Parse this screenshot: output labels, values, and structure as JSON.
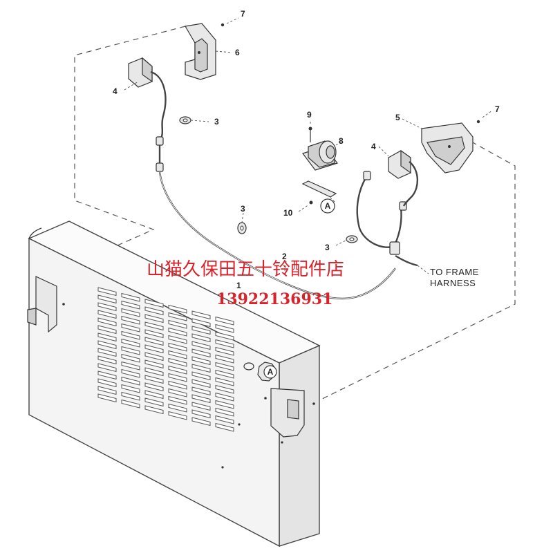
{
  "callouts": {
    "c7_top": "7",
    "c6": "6",
    "c4_left": "4",
    "c3_top": "3",
    "c9": "9",
    "c8": "8",
    "c5": "5",
    "c7_right": "7",
    "c4_right": "4",
    "c10": "10",
    "c3_mid": "3",
    "c3_right": "3",
    "c2": "2",
    "c1": "1",
    "ref_a_bracket": "A",
    "ref_a_panel": "A"
  },
  "labels": {
    "to_frame_line1": "TO FRAME",
    "to_frame_line2": "HARNESS"
  },
  "watermark": {
    "shop_name": "山猫久保田五十铃配件店",
    "phone": "13922136931",
    "color": "#d8232a"
  },
  "slot_grid": {
    "columns": 6,
    "rows": 15
  }
}
